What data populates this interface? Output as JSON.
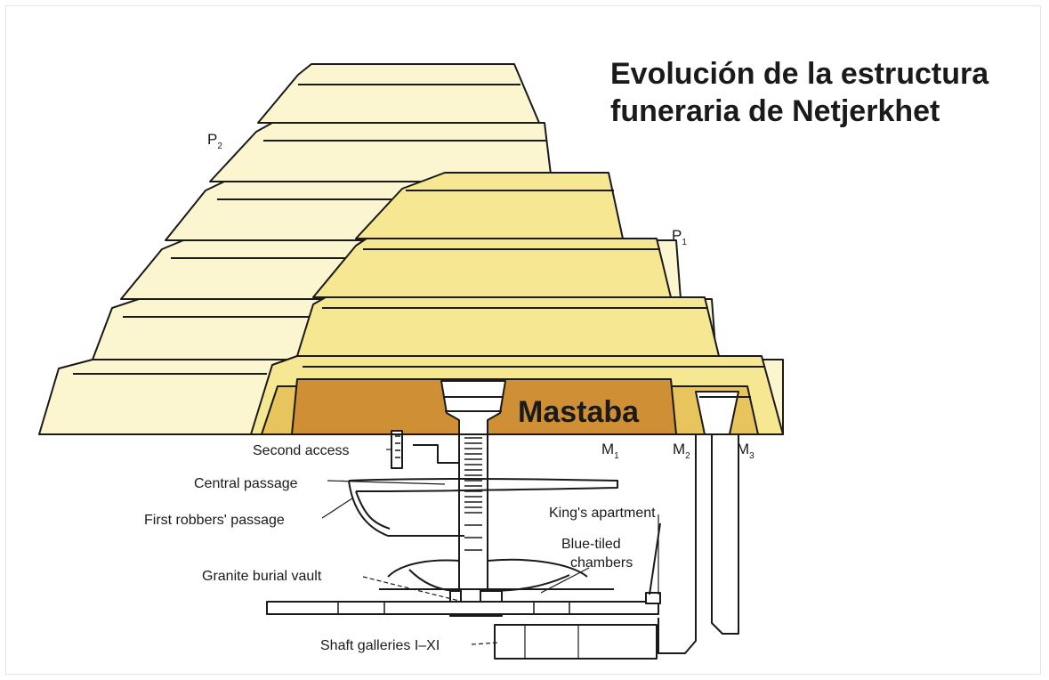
{
  "title": {
    "line1": "Evolución de la estructura",
    "line2": "funeraria de Netjerkhet"
  },
  "stages": {
    "p2": "P",
    "p2_sub": "2",
    "p1": "P",
    "p1_sub": "1",
    "mastaba": "Mastaba",
    "m1": "M",
    "m1_sub": "1",
    "m2": "M",
    "m2_sub": "2",
    "m3": "M",
    "m3_sub": "3"
  },
  "labels": {
    "second_access": "Second access",
    "central_passage": "Central passage",
    "first_robbers_passage": "First robbers' passage",
    "kings_apartment": "King's apartment",
    "blue_tiled_1": "Blue-tiled",
    "blue_tiled_2": "chambers",
    "granite_vault": "Granite burial vault",
    "shaft_galleries": "Shaft galleries I–XI"
  },
  "colors": {
    "p2_fill": "#fbf6cf",
    "p1_fill": "#f6e792",
    "mastaba_outer": "#e8c55c",
    "mastaba_inner": "#cf8f35",
    "outline": "#1a1a1a"
  }
}
